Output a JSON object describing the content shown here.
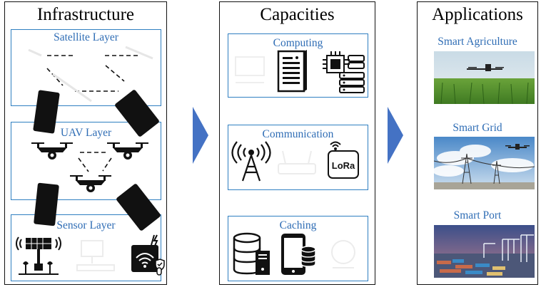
{
  "infrastructure": {
    "title": "Infrastructure",
    "layers": [
      {
        "label": "Satellite Layer"
      },
      {
        "label": "UAV Layer"
      },
      {
        "label": "Sensor Layer"
      }
    ]
  },
  "capacities": {
    "title": "Capacities",
    "items": [
      {
        "label": "Computing"
      },
      {
        "label": "Communication"
      },
      {
        "label": "Caching"
      }
    ],
    "lora_text": "LoRa"
  },
  "applications": {
    "title": "Applications",
    "items": [
      {
        "label": "Smart Agriculture"
      },
      {
        "label": "Smart Grid"
      },
      {
        "label": "Smart Port"
      }
    ]
  },
  "colors": {
    "layer_border": "#2f7fc1",
    "label_text": "#2f6db5",
    "arrow_fill": "#4472c4",
    "icon": "#1a1a1a"
  }
}
